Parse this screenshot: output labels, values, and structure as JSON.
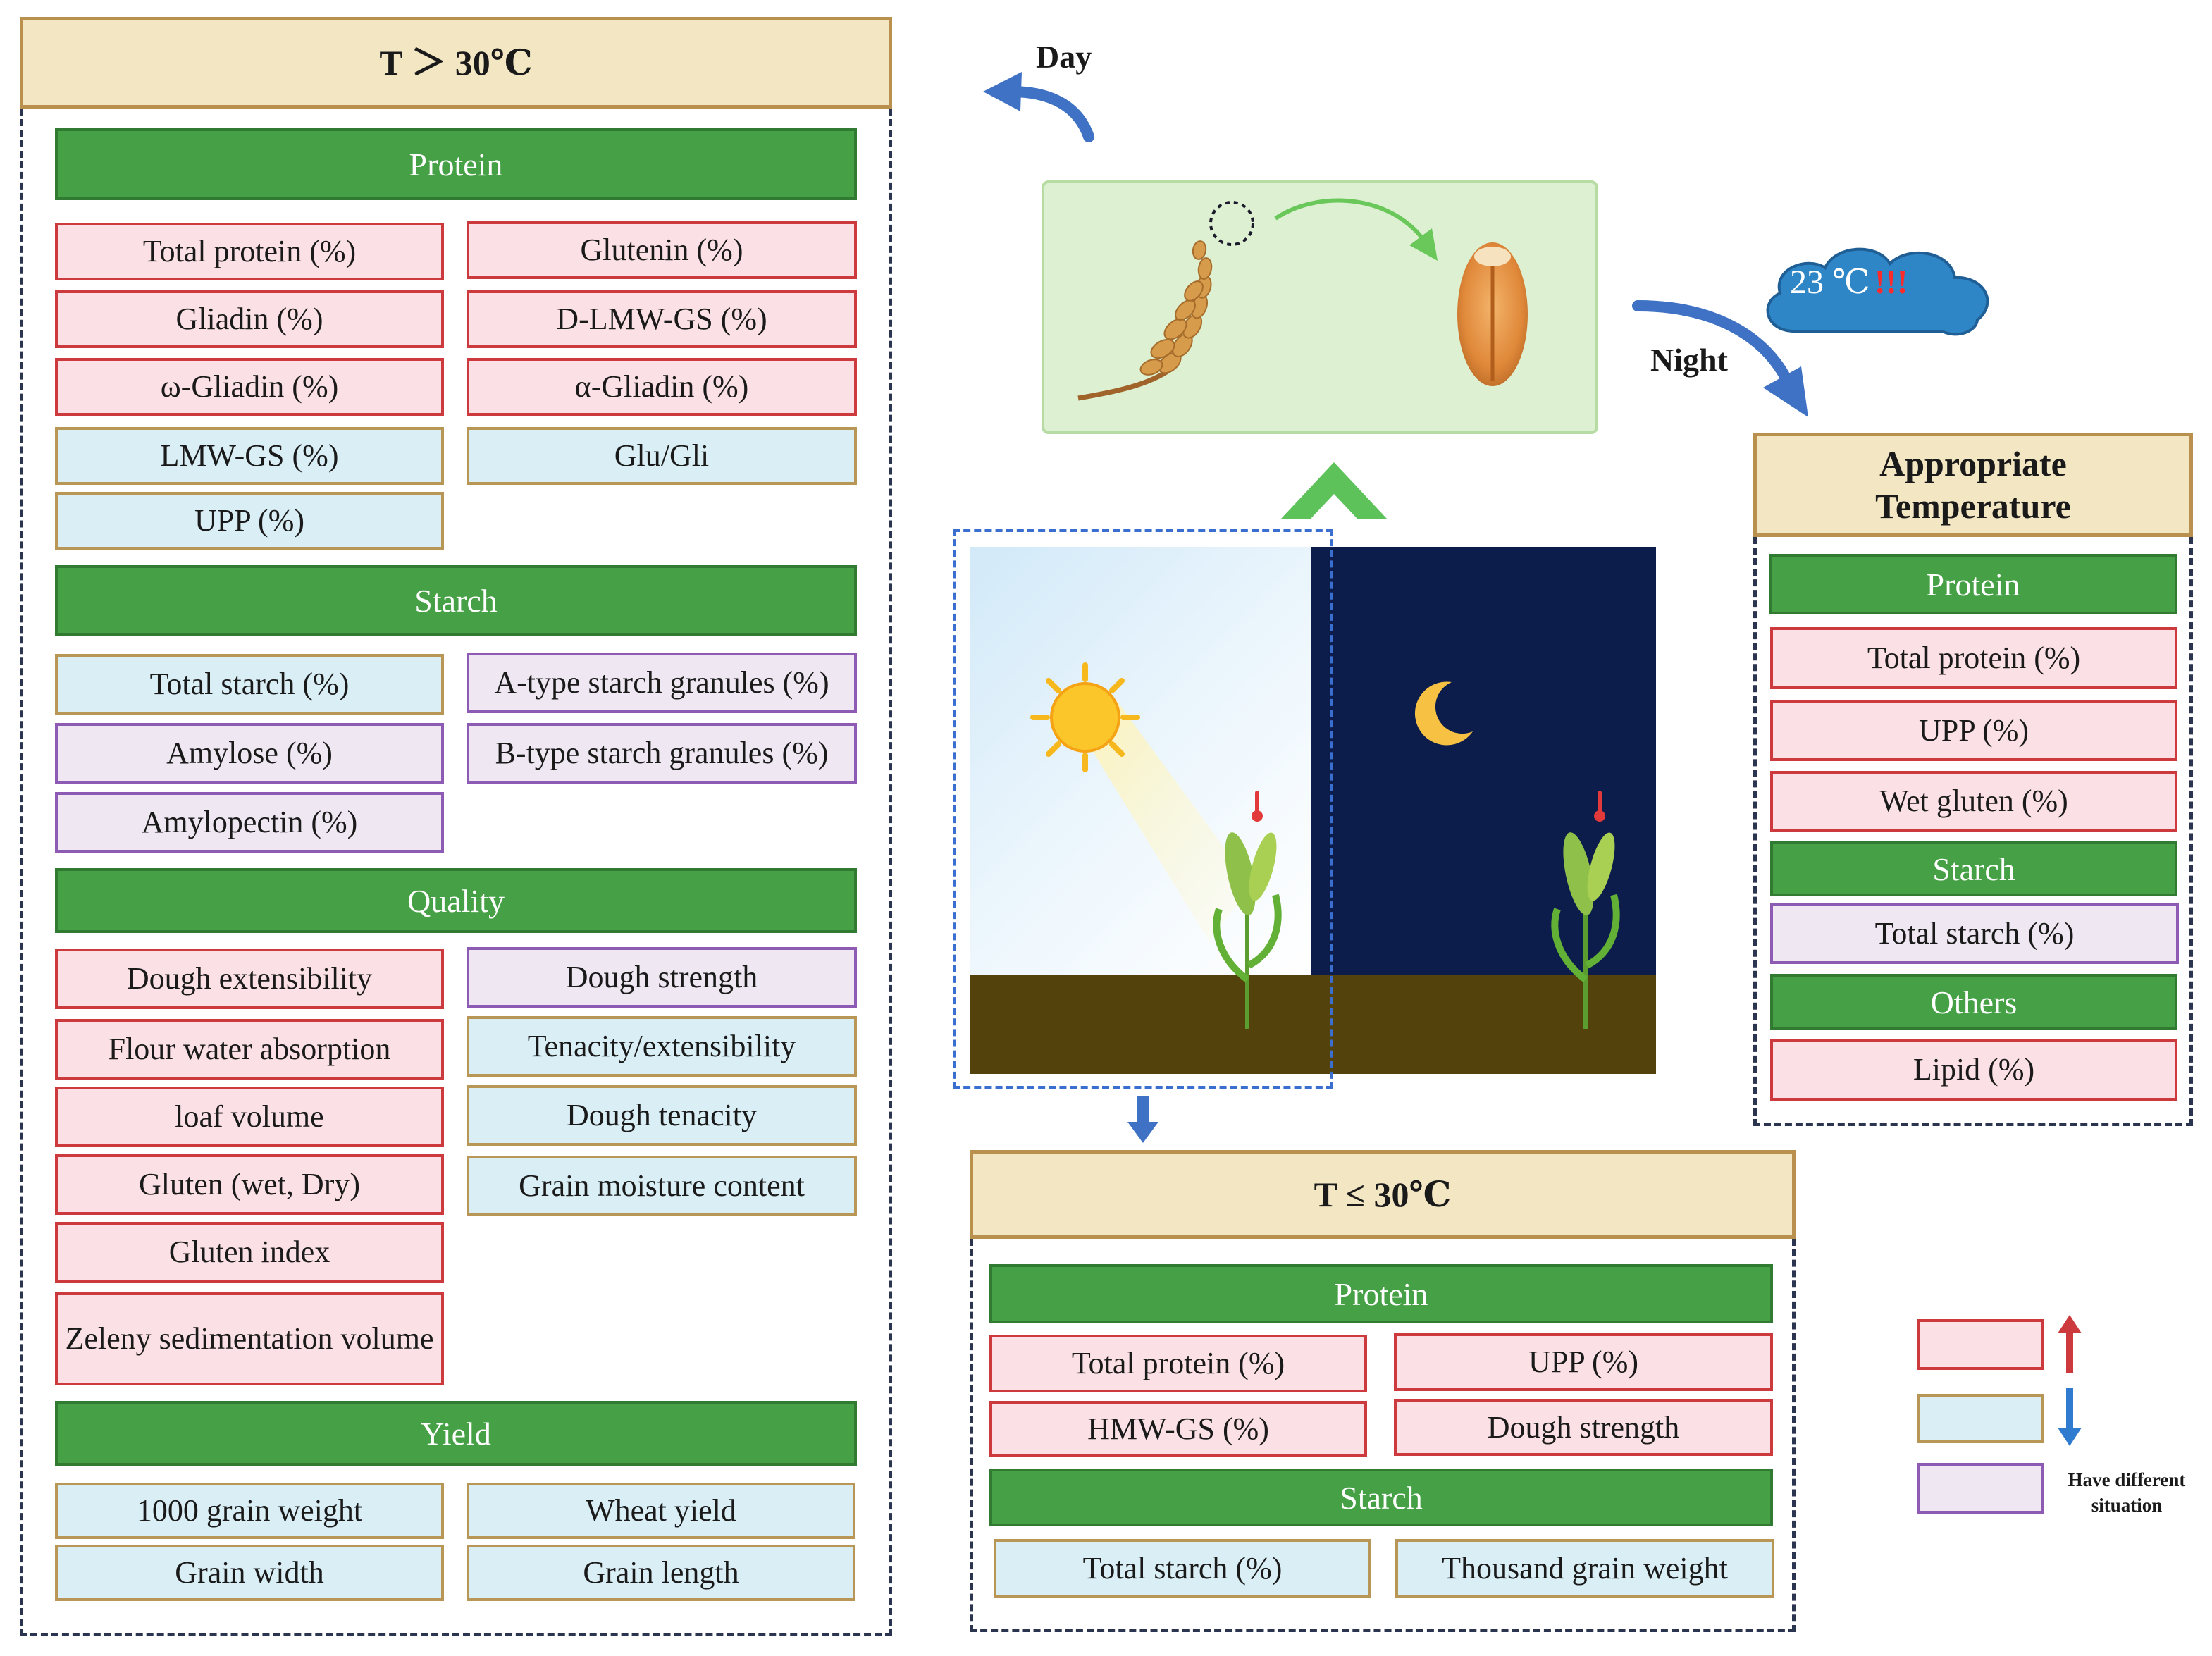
{
  "hot": {
    "title": "T ＞ 30℃",
    "protein": {
      "label": "Protein",
      "items": [
        {
          "text": "Total protein (%)",
          "trend": "up"
        },
        {
          "text": "Glutenin (%)",
          "trend": "up"
        },
        {
          "text": "Gliadin (%)",
          "trend": "up"
        },
        {
          "text": "D-LMW-GS (%)",
          "trend": "up"
        },
        {
          "text": "ω-Gliadin (%)",
          "trend": "up"
        },
        {
          "text": "α-Gliadin (%)",
          "trend": "up"
        },
        {
          "text": "LMW-GS (%)",
          "trend": "down"
        },
        {
          "text": "Glu/Gli",
          "trend": "down"
        },
        {
          "text": "UPP (%)",
          "trend": "down"
        }
      ]
    },
    "starch": {
      "label": "Starch",
      "items": [
        {
          "text": "Total starch (%)",
          "trend": "down"
        },
        {
          "text": "A-type starch granules (%)",
          "trend": "mixed"
        },
        {
          "text": "Amylose (%)",
          "trend": "mixed"
        },
        {
          "text": "B-type starch granules (%)",
          "trend": "mixed"
        },
        {
          "text": "Amylopectin (%)",
          "trend": "mixed"
        }
      ]
    },
    "quality": {
      "label": "Quality",
      "items": [
        {
          "text": "Dough extensibility",
          "trend": "up"
        },
        {
          "text": "Dough strength",
          "trend": "mixed"
        },
        {
          "text": "Flour water absorption",
          "trend": "up"
        },
        {
          "text": "Tenacity/extensibility",
          "trend": "down"
        },
        {
          "text": "loaf volume",
          "trend": "up"
        },
        {
          "text": "Dough tenacity",
          "trend": "down"
        },
        {
          "text": "Gluten (wet, Dry)",
          "trend": "up"
        },
        {
          "text": "Grain moisture content",
          "trend": "down"
        },
        {
          "text": "Gluten index",
          "trend": "up"
        },
        {
          "text": "Zeleny sedimentation volume",
          "trend": "up"
        }
      ]
    },
    "yield": {
      "label": "Yield",
      "items": [
        {
          "text": "1000 grain weight",
          "trend": "down"
        },
        {
          "text": "Wheat yield",
          "trend": "down"
        },
        {
          "text": "Grain width",
          "trend": "down"
        },
        {
          "text": "Grain length",
          "trend": "down"
        }
      ]
    }
  },
  "cycle": {
    "day_label": "Day",
    "night_label": "Night",
    "cloud_temp": "23 ℃",
    "cloud_marks": "!!!"
  },
  "moderate": {
    "title": "T ≤ 30℃",
    "protein": {
      "label": "Protein",
      "items": [
        {
          "text": "Total protein (%)",
          "trend": "up"
        },
        {
          "text": "UPP (%)",
          "trend": "up"
        },
        {
          "text": "HMW-GS (%)",
          "trend": "up"
        },
        {
          "text": "Dough strength",
          "trend": "up"
        }
      ]
    },
    "starch": {
      "label": "Starch",
      "items": [
        {
          "text": "Total starch (%)",
          "trend": "down"
        },
        {
          "text": "Thousand grain weight",
          "trend": "down"
        }
      ]
    }
  },
  "appropriate": {
    "title": "Appropriate Temperature",
    "protein": {
      "label": "Protein",
      "items": [
        {
          "text": "Total protein (%)",
          "trend": "up"
        },
        {
          "text": "UPP (%)",
          "trend": "up"
        },
        {
          "text": "Wet gluten (%)",
          "trend": "up"
        }
      ]
    },
    "starch": {
      "label": "Starch",
      "items": [
        {
          "text": "Total starch (%)",
          "trend": "mixed"
        }
      ]
    },
    "others": {
      "label": "Others",
      "items": [
        {
          "text": "Lipid (%)",
          "trend": "up"
        }
      ]
    }
  },
  "legend": {
    "mixed_label": "Have different situation"
  },
  "colors": {
    "increase": "#cc3a3e",
    "decrease": "#2f7bd0",
    "category_green": "#46a046",
    "title_fill": "#f3e6c3",
    "night_sky": "#0d1f4c",
    "soil": "#54420c"
  },
  "icons": [
    "sun-icon",
    "moon-icon",
    "thermometer-icon",
    "wheat-plant-icon",
    "wheat-spike-icon",
    "wheat-grain-icon",
    "cloud-icon",
    "up-arrow-icon",
    "down-arrow-icon"
  ]
}
